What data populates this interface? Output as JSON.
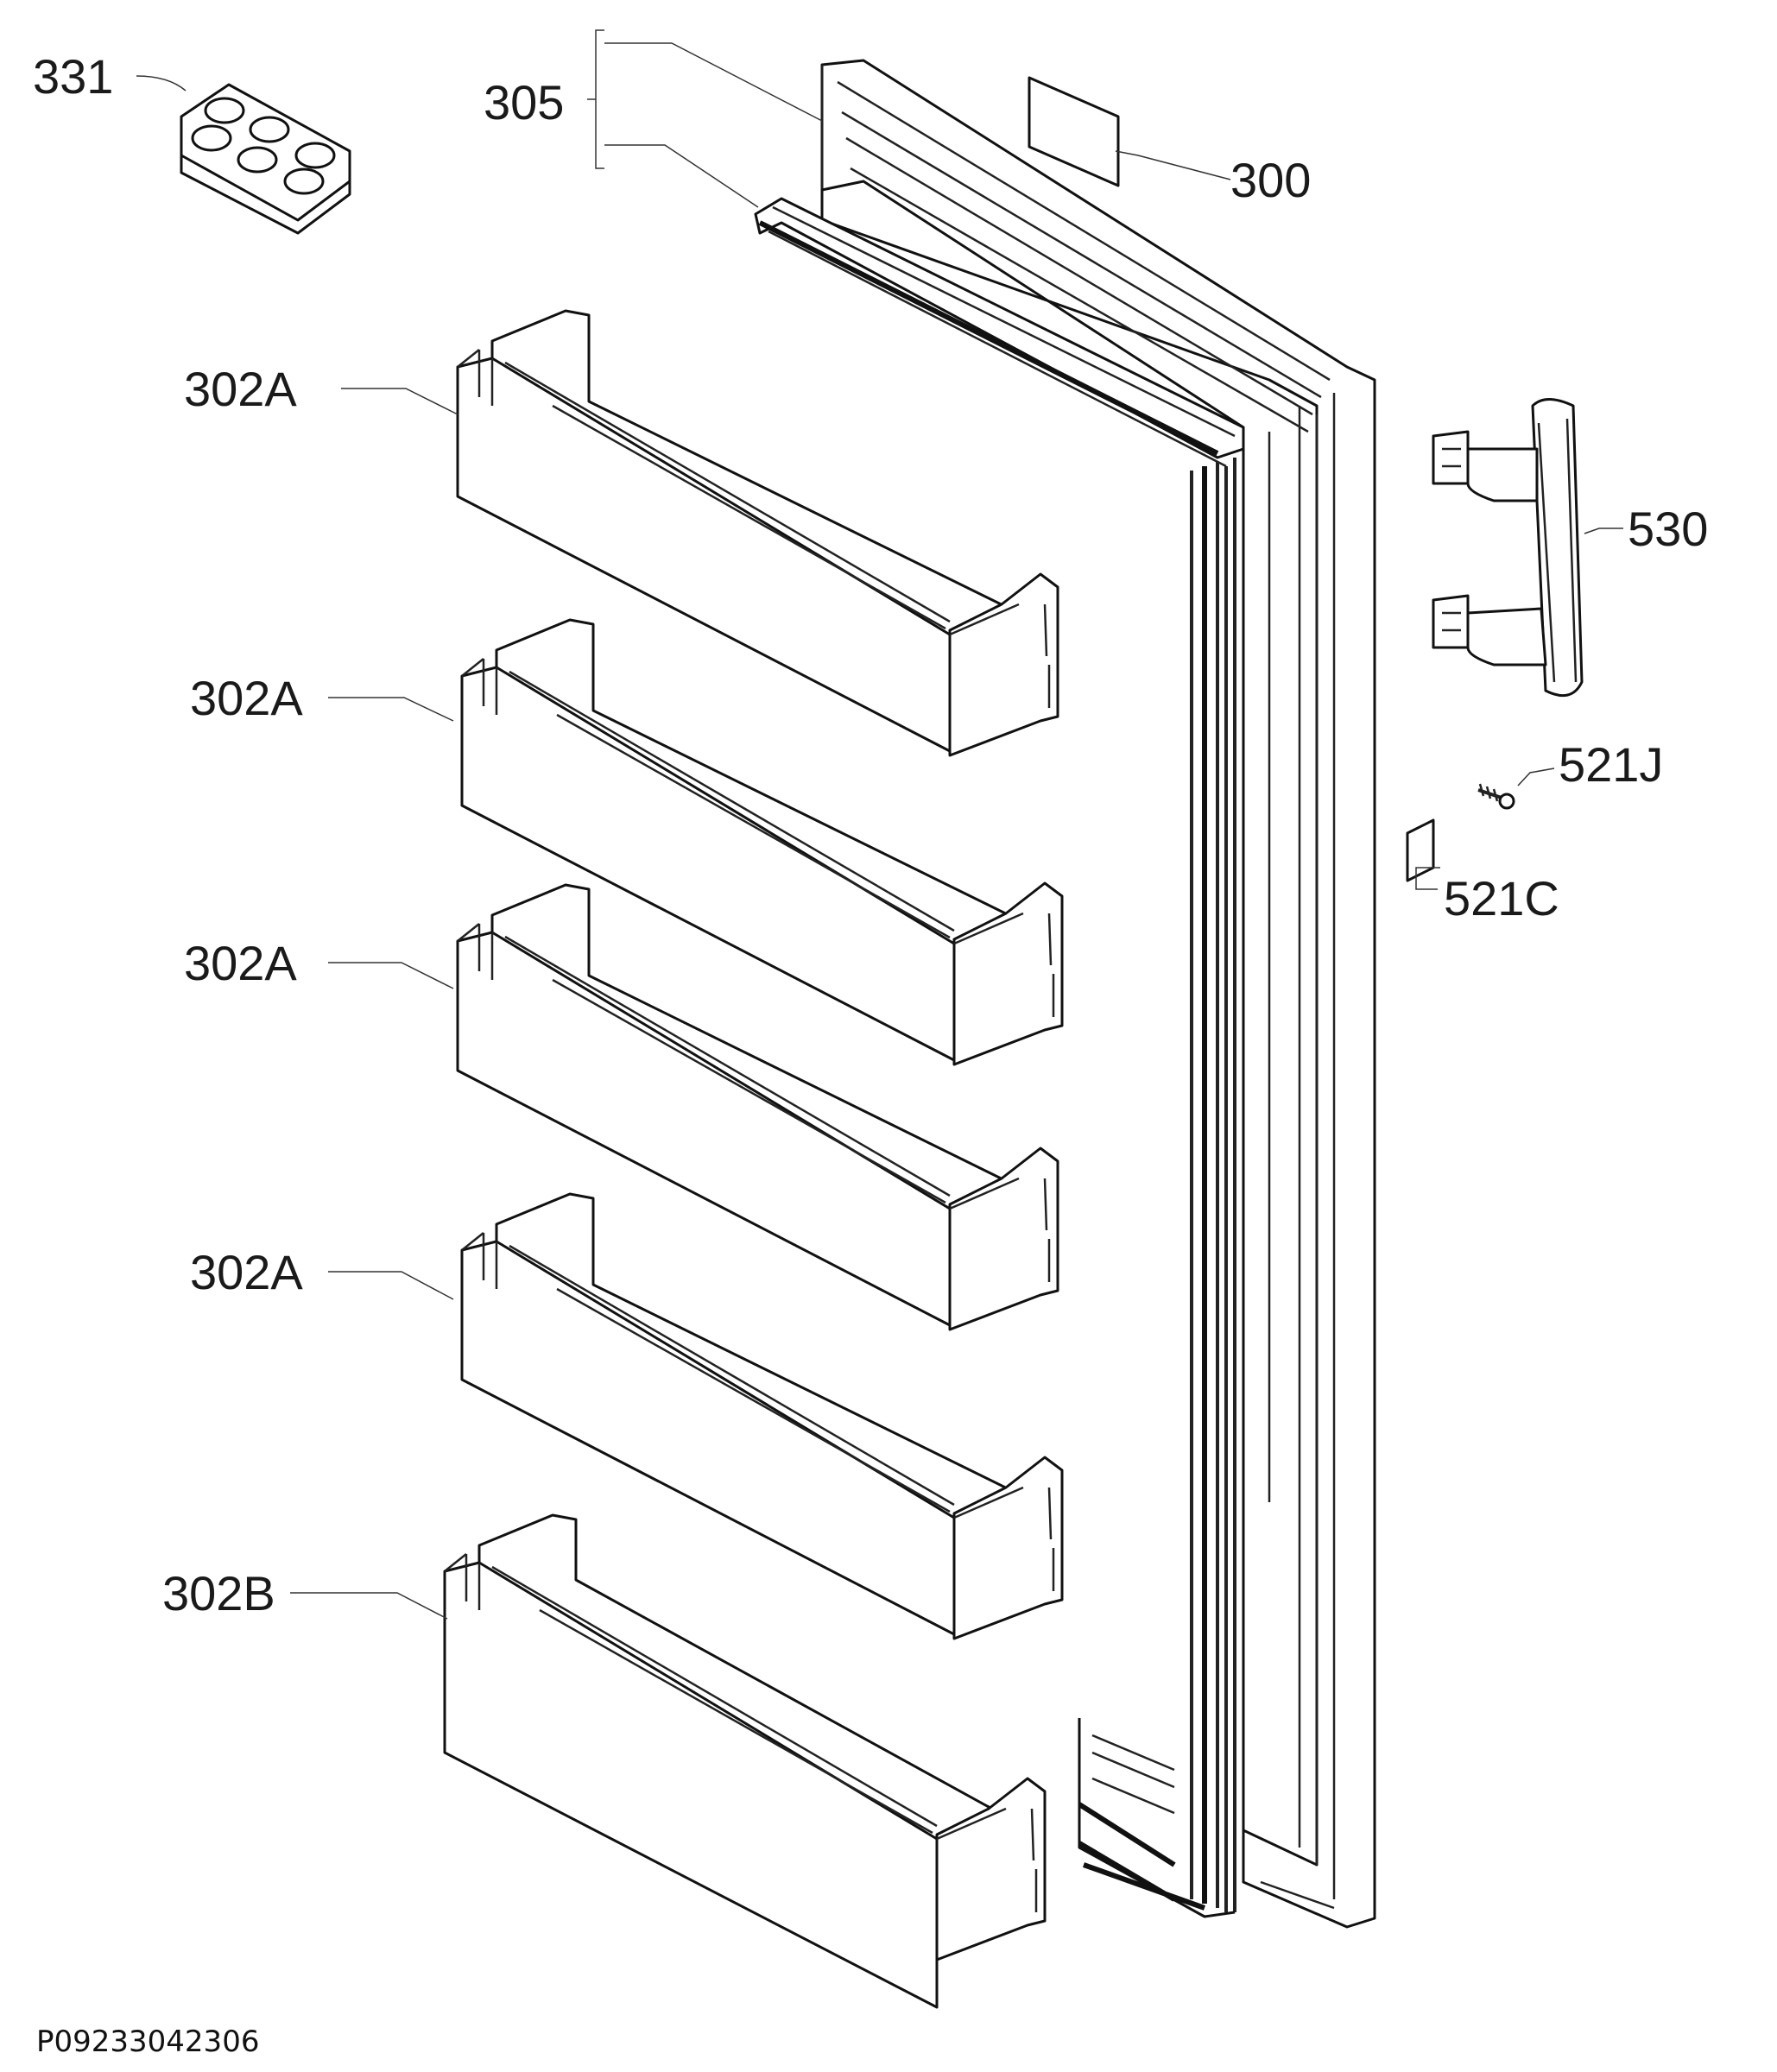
{
  "labels": {
    "p331": "331",
    "p305": "305",
    "p300": "300",
    "p302a_1": "302A",
    "p302a_2": "302A",
    "p302a_3": "302A",
    "p302a_4": "302A",
    "p302b": "302B",
    "p530": "530",
    "p521j": "521J",
    "p521c": "521C"
  },
  "drawing_code": "P09233042306",
  "colors": {
    "line": "#111111",
    "background": "#ffffff"
  }
}
